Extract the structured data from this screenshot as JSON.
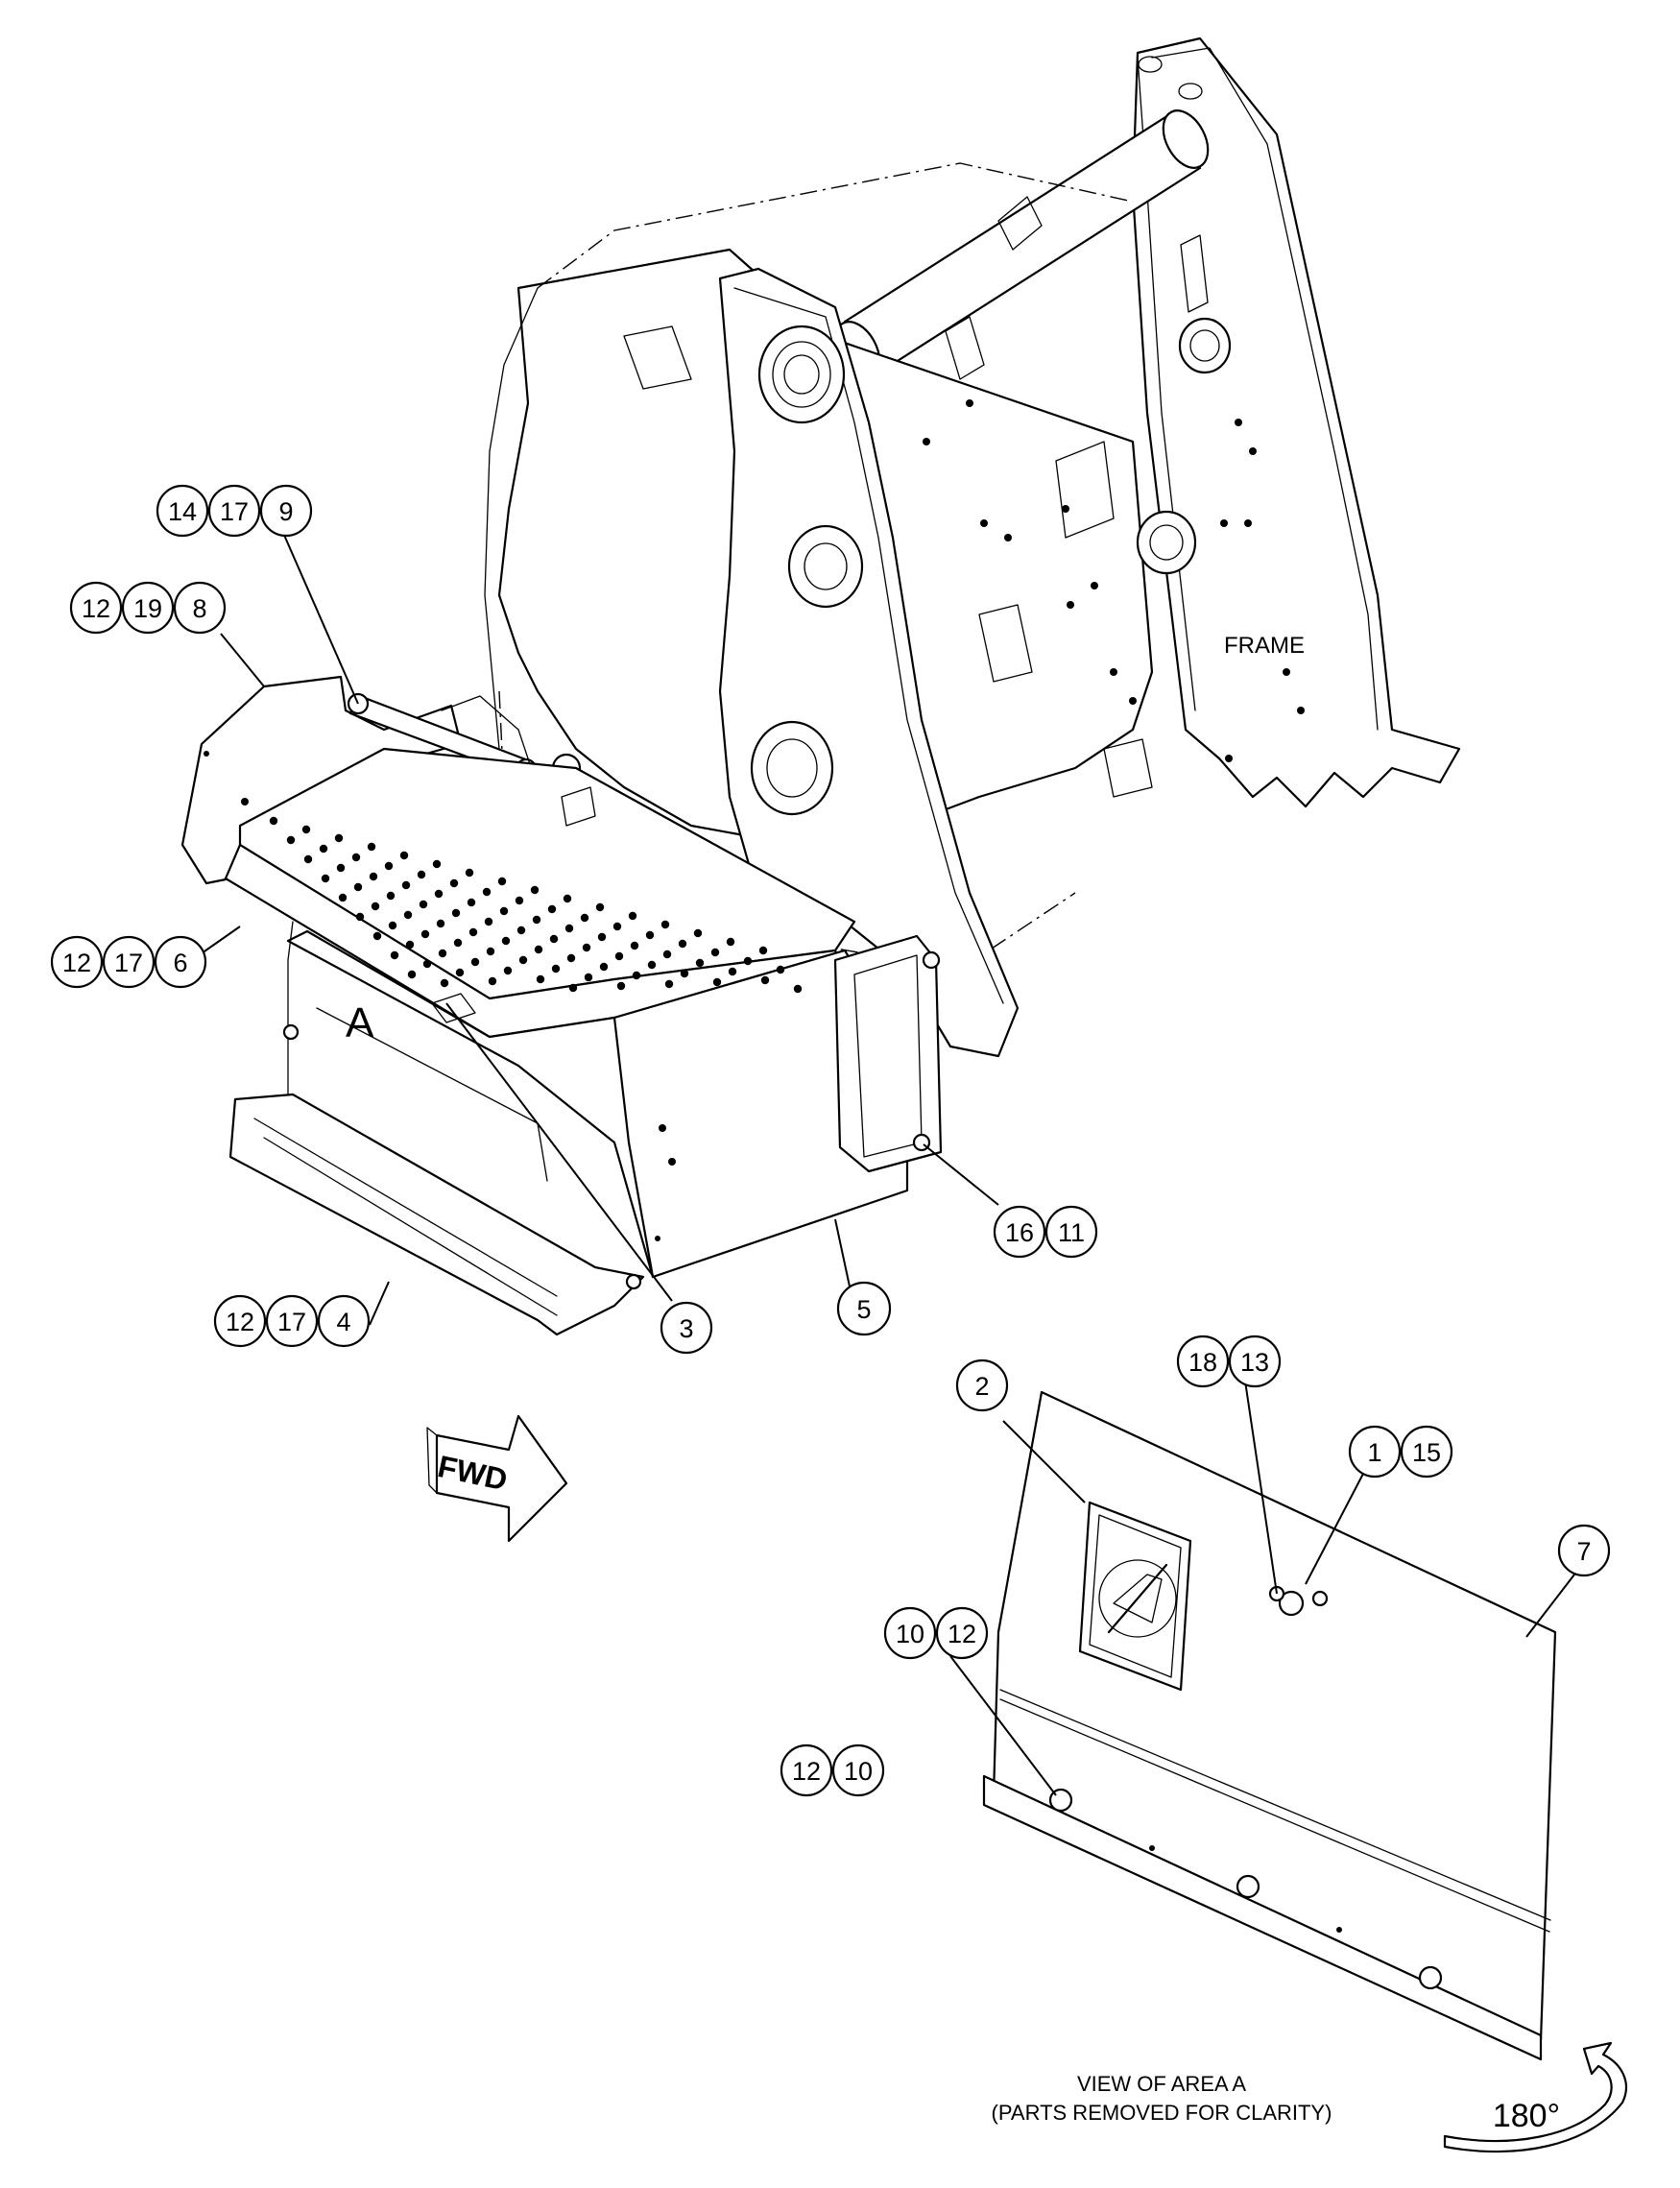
{
  "labels": {
    "frame": "FRAME",
    "area": "A",
    "fwd": "FWD",
    "rotation": "180°",
    "view_line1": "VIEW OF AREA A",
    "view_line2": "(PARTS REMOVED FOR CLARITY)"
  },
  "callouts": {
    "g1": [
      "14",
      "17",
      "9"
    ],
    "g2": [
      "12",
      "19",
      "8"
    ],
    "g3": [
      "12",
      "17",
      "6"
    ],
    "g4": [
      "12",
      "17",
      "4"
    ],
    "g5": [
      "3"
    ],
    "g6": [
      "5"
    ],
    "g7": [
      "16",
      "11"
    ],
    "g8": [
      "2"
    ],
    "g9": [
      "18",
      "13"
    ],
    "g10": [
      "1",
      "15"
    ],
    "g11": [
      "7"
    ],
    "g12": [
      "10",
      "12"
    ],
    "g13": [
      "12",
      "10"
    ]
  }
}
